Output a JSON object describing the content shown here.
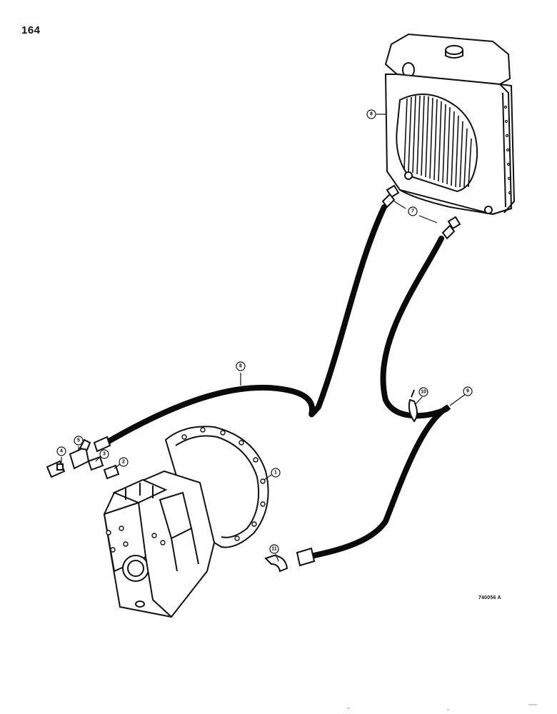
{
  "page_number": "164",
  "drawing_code": "740056 A",
  "callouts": [
    "1",
    "2",
    "3",
    "4",
    "5",
    "6",
    "7",
    "8",
    "9",
    "10",
    "11"
  ],
  "colors": {
    "ink": "#111111",
    "paper": "#ffffff",
    "hose": "#0a0a0a"
  }
}
